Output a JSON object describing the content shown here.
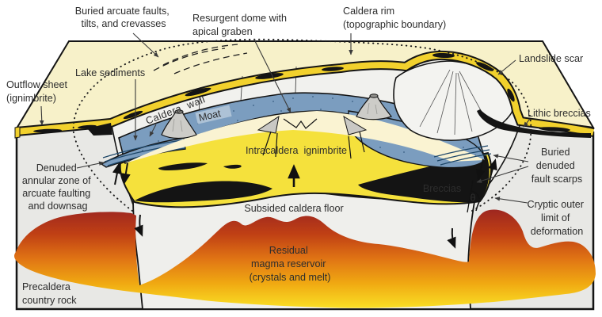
{
  "figure": {
    "type": "geologic block diagram",
    "subject": "Caldera structure: collapse, resurgence and magma reservoir"
  },
  "colors": {
    "surface": "#F7F1C9",
    "flank_band": "#F2D12D",
    "wall": "#F1F1EE",
    "face": "#E8E8E5",
    "block": "#EFEFEC",
    "moat": "#7B9DBF",
    "moat_label_bg": "#B3C6D8",
    "cream": "#FAF3D2",
    "ignimbrite": "#F5E13C",
    "fan": "#F3F3F0",
    "cone": "#CDCCC8",
    "black": "#141414",
    "magma_top": "#9E2720",
    "magma_mid": "#E07414",
    "magma_bottom": "#FADF25",
    "text": "#2D2D2D"
  },
  "labels": {
    "buried_arcuate": {
      "lines": [
        "Buried arcuate faults,",
        "tilts, and crevasses"
      ]
    },
    "resurgent_dome": {
      "lines": [
        "Resurgent dome with",
        "apical graben"
      ]
    },
    "caldera_rim": {
      "lines": [
        "Caldera rim",
        "(topographic boundary)"
      ]
    },
    "landslide_scar": {
      "text": "Landslide scar"
    },
    "lake_sediments": {
      "text": "Lake sediments"
    },
    "outflow_sheet": {
      "lines": [
        "Outflow sheet",
        "(ignimbrite)"
      ]
    },
    "caldera_wall": {
      "text": "Caldera  wall"
    },
    "moat": {
      "text": "Moat"
    },
    "intracaldera": {
      "text": "Intracaldera  ignimbrite"
    },
    "lithic_breccias": {
      "text": "Lithic breccias"
    },
    "buried_denuded": {
      "lines": [
        "Buried",
        "denuded",
        "fault scarps"
      ]
    },
    "denuded_annular": {
      "lines": [
        "Denuded",
        "annular zone of",
        "arcuate faulting",
        "and downsag"
      ]
    },
    "breccias": {
      "text": "Breccias"
    },
    "subsided": {
      "text": "Subsided caldera floor"
    },
    "cryptic": {
      "lines": [
        "Cryptic outer",
        "limit of",
        "deformation"
      ]
    },
    "residual": {
      "lines": [
        "Residual",
        "magma reservoir",
        "(crystals and melt)"
      ]
    },
    "precaldera": {
      "lines": [
        "Precaldera",
        "country rock"
      ]
    },
    "theta": {
      "text": "θ"
    }
  }
}
